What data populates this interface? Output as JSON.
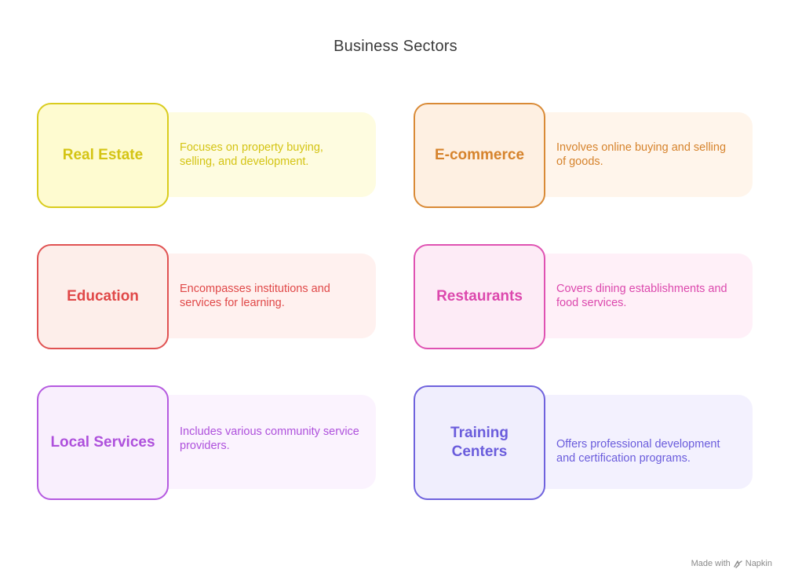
{
  "title": "Business Sectors",
  "sectors": [
    {
      "name": "Real Estate",
      "description": "Focuses on property buying, selling, and development.",
      "colors": {
        "border": "#d9cc1e",
        "fill": "#fefbd0",
        "descFill": "#fefce0",
        "text": "#d4c414"
      }
    },
    {
      "name": "E-commerce",
      "description": "Involves online buying and selling of goods.",
      "colors": {
        "border": "#d98a36",
        "fill": "#fef0e2",
        "descFill": "#fff5eb",
        "text": "#d6832c"
      }
    },
    {
      "name": "Education",
      "description": "Encompasses institutions and services for learning.",
      "colors": {
        "border": "#e05252",
        "fill": "#fdeeea",
        "descFill": "#fff1ef",
        "text": "#e04848"
      }
    },
    {
      "name": "Restaurants",
      "description": "Covers dining establishments and food services.",
      "colors": {
        "border": "#df52b2",
        "fill": "#fdebf6",
        "descFill": "#fff0f8",
        "text": "#dc48ad"
      }
    },
    {
      "name": "Local Services",
      "description": "Includes various community service providers.",
      "colors": {
        "border": "#b55ae0",
        "fill": "#f9effd",
        "descFill": "#fbf3fe",
        "text": "#ae50dc"
      }
    },
    {
      "name": "Training Centers",
      "description": "Offers professional development and certification programs.",
      "colors": {
        "border": "#6f62dd",
        "fill": "#f0eefd",
        "descFill": "#f3f1fe",
        "text": "#6a5cdc"
      }
    }
  ],
  "footer": {
    "prefix": "Made with",
    "brand": "Napkin",
    "icon": "napkin-logo-icon"
  }
}
